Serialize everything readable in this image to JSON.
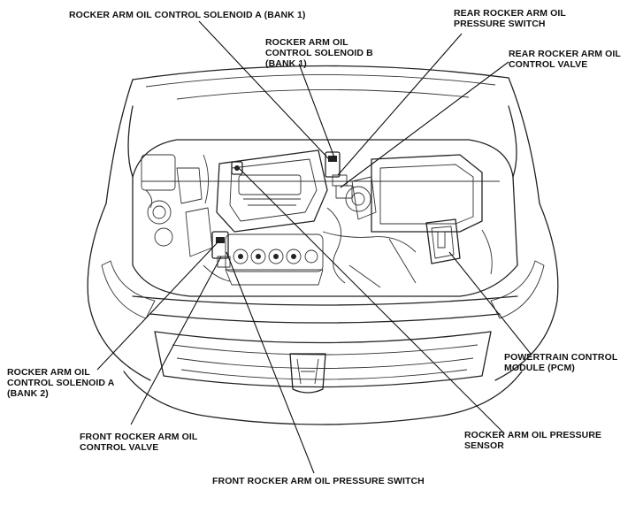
{
  "labels": {
    "solenoid_a_bank1": "ROCKER ARM OIL CONTROL SOLENOID A (BANK 1)",
    "solenoid_b_bank1": "ROCKER ARM OIL\nCONTROL SOLENOID B\n(BANK 1)",
    "rear_pressure_switch": "REAR ROCKER ARM OIL\nPRESSURE SWITCH",
    "rear_control_valve": "REAR ROCKER ARM OIL\nCONTROL VALVE",
    "solenoid_a_bank2": "ROCKER ARM OIL\nCONTROL SOLENOID A\n(BANK 2)",
    "front_control_valve": "FRONT ROCKER ARM OIL\nCONTROL VALVE",
    "front_pressure_switch": "FRONT ROCKER ARM OIL PRESSURE SWITCH",
    "pcm": "POWERTRAIN CONTROL\nMODULE (PCM)",
    "oil_pressure_sensor": "ROCKER ARM OIL PRESSURE\nSENSOR"
  },
  "drawing": {
    "subject": "engine compartment",
    "line_color": "#111111",
    "background": "#ffffff"
  }
}
